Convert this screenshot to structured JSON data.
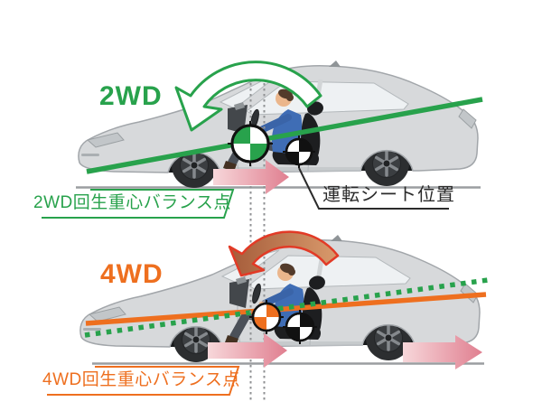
{
  "diagram": {
    "top_section": {
      "drive_type": "2WD",
      "balance_point_label": "2WD回生重心バランス点",
      "seat_position_label": "運転シート位置"
    },
    "bottom_section": {
      "drive_type": "4WD",
      "balance_point_label": "4WD回生重心バランス点"
    },
    "colors": {
      "green": "#28a24c",
      "orange": "#ee6f1f",
      "pink_arrow_light": "#f6d3d7",
      "pink_arrow_dark": "#e07f90",
      "red_rotation_arrow": "#e23a26",
      "car_body": "#d7d9db",
      "driver_shirt": "#3f6db5"
    },
    "icons": {
      "rotation-arrow-ccw-icon": "↶",
      "force-arrow-right-icon": "➡",
      "cg-marker-icon": "⨁"
    }
  }
}
